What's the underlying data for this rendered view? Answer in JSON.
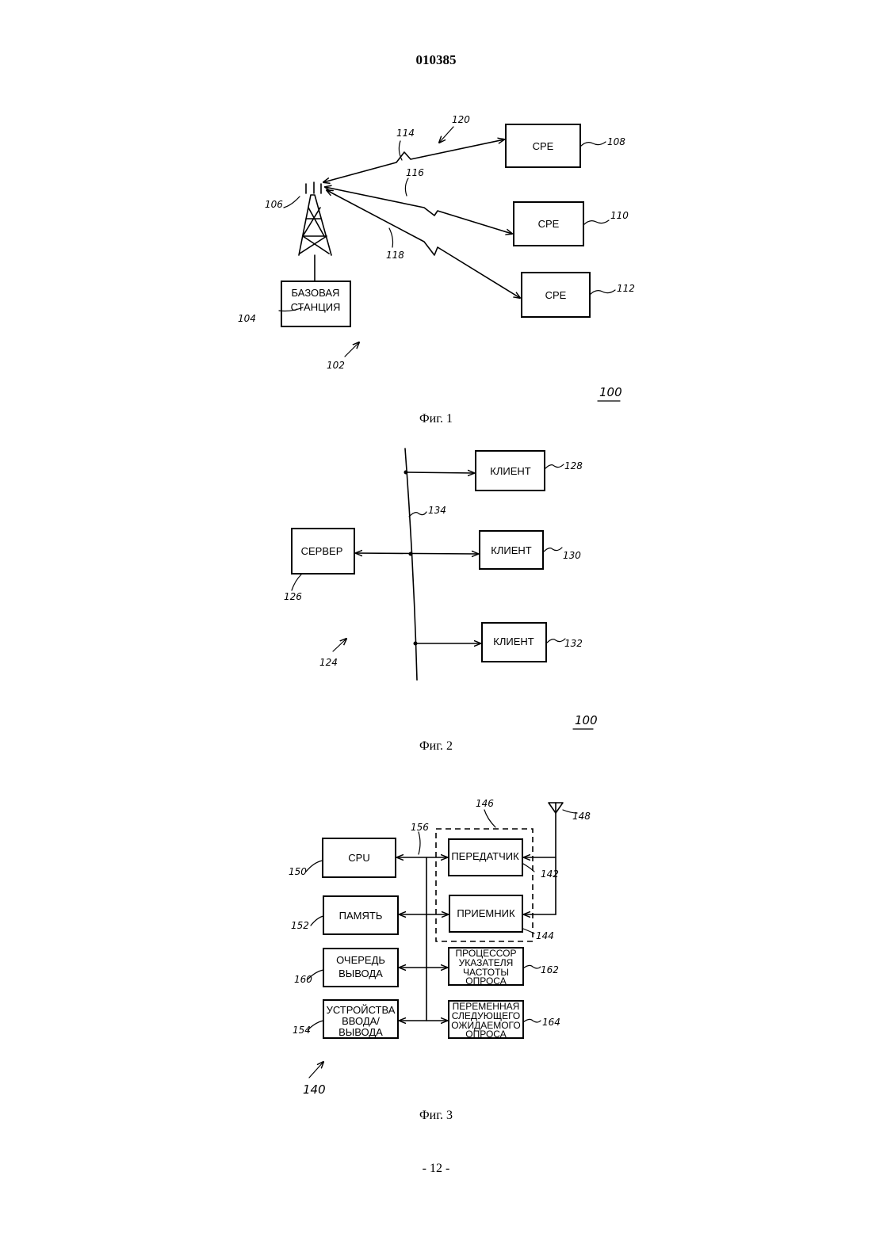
{
  "header": {
    "doc_number": "010385"
  },
  "footer": {
    "page_label": "- 12 -"
  },
  "fig1": {
    "caption": "Фиг. 1",
    "base_station_line1": "БАЗОВАЯ",
    "base_station_line2": "СТАНЦИЯ",
    "cpe1_label": "CPE",
    "cpe2_label": "CPE",
    "cpe3_label": "CPE",
    "ref_system": "100",
    "ref_cell": "102",
    "ref_base_station": "104",
    "ref_antenna": "106",
    "ref_cpe1": "108",
    "ref_cpe2": "110",
    "ref_cpe3": "112",
    "ref_link1": "114",
    "ref_link2": "116",
    "ref_link3": "118",
    "ref_links": "120"
  },
  "fig2": {
    "caption": "Фиг. 2",
    "server_label": "СЕРВЕР",
    "client1_label": "КЛИЕНТ",
    "client2_label": "КЛИЕНТ",
    "client3_label": "КЛИЕНТ",
    "ref_system": "100",
    "ref_network": "124",
    "ref_server": "126",
    "ref_client1": "128",
    "ref_client2": "130",
    "ref_client3": "132",
    "ref_bus": "134"
  },
  "fig3": {
    "caption": "Фиг. 3",
    "cpu_label": "CPU",
    "memory_label": "ПАМЯТЬ",
    "queue_line1": "ОЧЕРЕДЬ",
    "queue_line2": "ВЫВОДА",
    "io_line1": "УСТРОЙСТВА",
    "io_line2": "ВВОДА/",
    "io_line3": "ВЫВОДА",
    "transmitter_label": "ПЕРЕДАТЧИК",
    "receiver_label": "ПРИЕМНИК",
    "poll_proc_line1": "ПРОЦЕССОР",
    "poll_proc_line2": "УКАЗАТЕЛЯ",
    "poll_proc_line3": "ЧАСТОТЫ",
    "poll_proc_line4": "ОПРОСА",
    "next_poll_line1": "ПЕРЕМЕННАЯ",
    "next_poll_line2": "СЛЕДУЮЩЕГО",
    "next_poll_line3": "ОЖИДАЕМОГО",
    "next_poll_line4": "ОПРОСА",
    "ref_device": "140",
    "ref_transmitter": "142",
    "ref_receiver": "144",
    "ref_transceiver": "146",
    "ref_antenna": "148",
    "ref_cpu": "150",
    "ref_memory": "152",
    "ref_io": "154",
    "ref_bus": "156",
    "ref_queue": "160",
    "ref_poll_proc": "162",
    "ref_next_poll": "164"
  }
}
